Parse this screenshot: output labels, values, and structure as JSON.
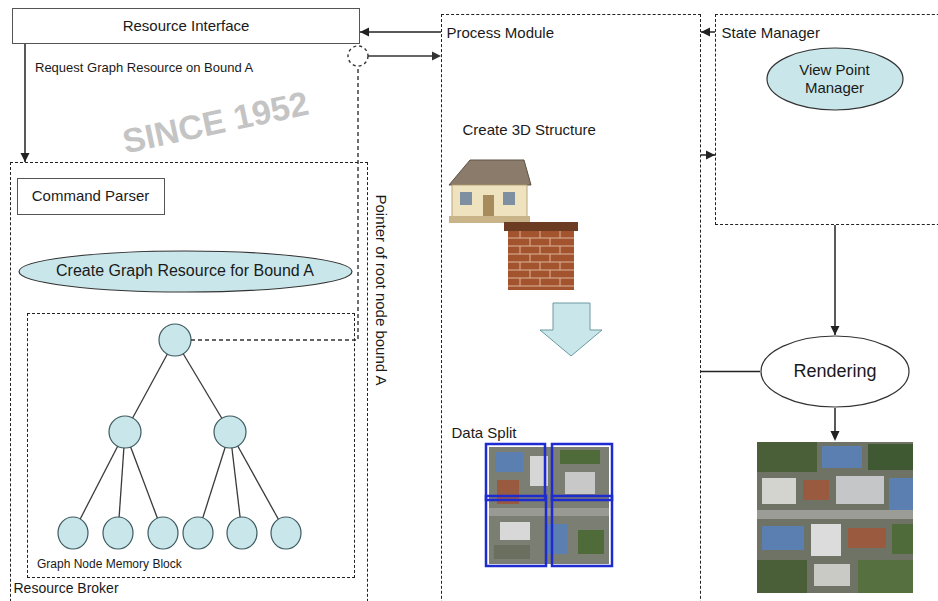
{
  "diagram": {
    "nodes": [
      {
        "text": [
          "Resource Interface"
        ]
      },
      {
        "text": [
          "Process Module",
          "Create 3D Structure",
          "Data Split"
        ]
      },
      {
        "text": [
          "State Manager"
        ]
      },
      {
        "text": [
          "View Point Manager"
        ],
        "in": 2
      },
      {
        "text": [
          "Resource Broker"
        ]
      },
      {
        "text": [
          "Command Parser"
        ],
        "in": 4
      },
      {
        "text": [
          "Create Graph Resource for Bound A"
        ],
        "in": 4
      },
      {
        "text": [
          "Graph Node Memory Block"
        ],
        "in": 4
      },
      {
        "text": [
          "Rendering"
        ]
      }
    ],
    "edges": [
      {
        "from": 1,
        "to": 0,
        "arrow": "to"
      },
      {
        "from": 2,
        "to": 1,
        "arrow": "to"
      },
      {
        "from": 0,
        "to": 4,
        "label": "Request Graph Resource on Bound A",
        "arrow": "to"
      },
      {
        "from": 1,
        "to": 2,
        "arrow": "to"
      },
      {
        "from": 2,
        "to": 8,
        "arrow": "to"
      },
      {
        "from": 1,
        "to": 8,
        "arrow": "none"
      }
    ],
    "labels": [
      "Pointer of root node bound A",
      "SINCE 1952"
    ]
  }
}
